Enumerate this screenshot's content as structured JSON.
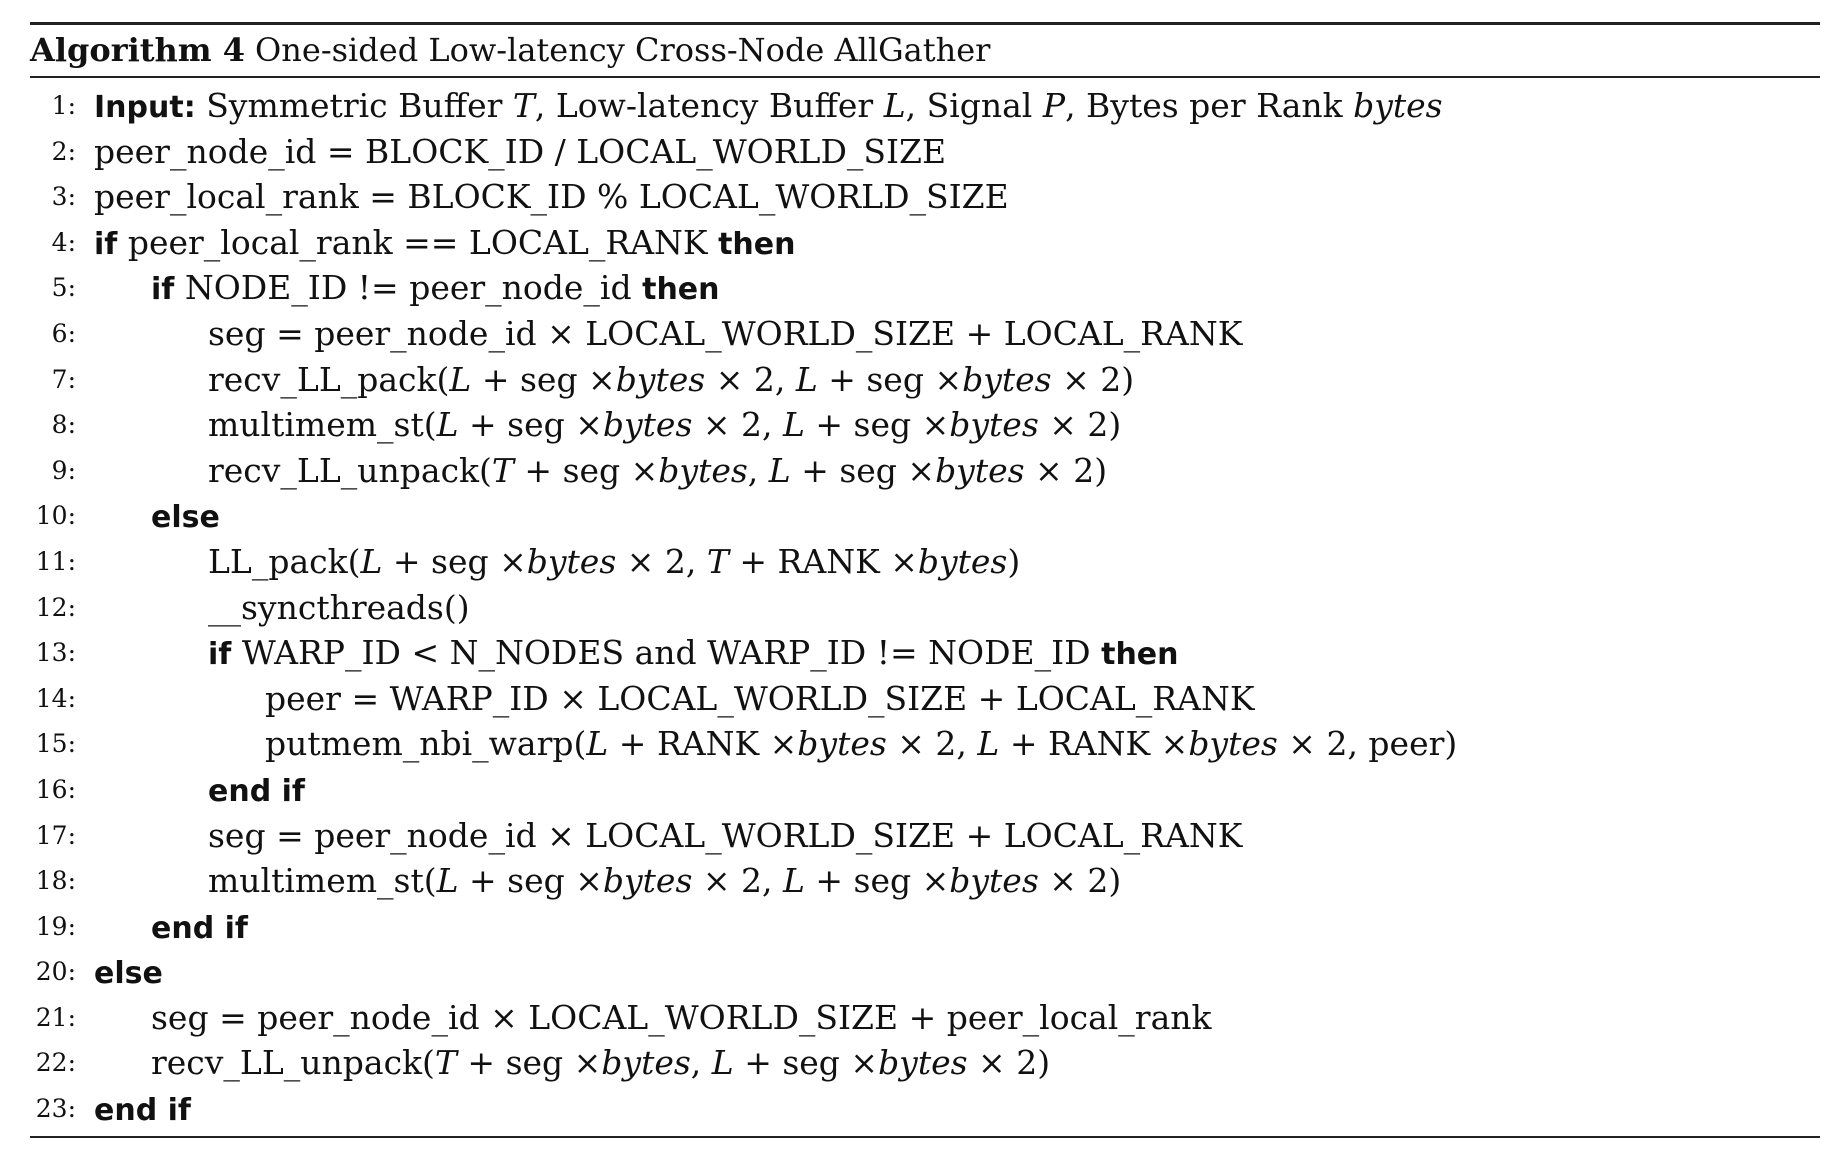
{
  "algorithm": {
    "label": "Algorithm 4",
    "title": "One-sided Low-latency Cross-Node AllGather"
  },
  "lines": [
    {
      "num": "1",
      "indent": 0,
      "parts": [
        [
          "kw",
          "Input:"
        ],
        [
          "t",
          " Symmetric Buffer "
        ],
        [
          "i",
          "T"
        ],
        [
          "t",
          ", Low-latency Buffer "
        ],
        [
          "i",
          "L"
        ],
        [
          "t",
          ", Signal "
        ],
        [
          "i",
          "P"
        ],
        [
          "t",
          ", Bytes per Rank "
        ],
        [
          "i",
          "bytes"
        ]
      ]
    },
    {
      "num": "2",
      "indent": 0,
      "parts": [
        [
          "t",
          "peer_node_id = BLOCK_ID / LOCAL_WORLD_SIZE"
        ]
      ]
    },
    {
      "num": "3",
      "indent": 0,
      "parts": [
        [
          "t",
          "peer_local_rank = BLOCK_ID % LOCAL_WORLD_SIZE"
        ]
      ]
    },
    {
      "num": "4",
      "indent": 0,
      "parts": [
        [
          "kw",
          "if"
        ],
        [
          "t",
          " peer_local_rank == LOCAL_RANK "
        ],
        [
          "kw",
          "then"
        ]
      ]
    },
    {
      "num": "5",
      "indent": 1,
      "parts": [
        [
          "kw",
          "if"
        ],
        [
          "t",
          " NODE_ID != peer_node_id "
        ],
        [
          "kw",
          "then"
        ]
      ]
    },
    {
      "num": "6",
      "indent": 2,
      "parts": [
        [
          "t",
          "seg = peer_node_id × LOCAL_WORLD_SIZE + LOCAL_RANK"
        ]
      ]
    },
    {
      "num": "7",
      "indent": 2,
      "parts": [
        [
          "t",
          "recv_LL_pack("
        ],
        [
          "i",
          "L"
        ],
        [
          "t",
          " + seg ×"
        ],
        [
          "i",
          "bytes"
        ],
        [
          "t",
          " × 2, "
        ],
        [
          "i",
          "L"
        ],
        [
          "t",
          " + seg ×"
        ],
        [
          "i",
          "bytes"
        ],
        [
          "t",
          " × 2)"
        ]
      ]
    },
    {
      "num": "8",
      "indent": 2,
      "parts": [
        [
          "t",
          "multimem_st("
        ],
        [
          "i",
          "L"
        ],
        [
          "t",
          " + seg ×"
        ],
        [
          "i",
          "bytes"
        ],
        [
          "t",
          " × 2, "
        ],
        [
          "i",
          "L"
        ],
        [
          "t",
          " + seg ×"
        ],
        [
          "i",
          "bytes"
        ],
        [
          "t",
          " × 2)"
        ]
      ]
    },
    {
      "num": "9",
      "indent": 2,
      "parts": [
        [
          "t",
          "recv_LL_unpack("
        ],
        [
          "i",
          "T"
        ],
        [
          "t",
          " + seg ×"
        ],
        [
          "i",
          "bytes"
        ],
        [
          "t",
          ", "
        ],
        [
          "i",
          "L"
        ],
        [
          "t",
          " + seg ×"
        ],
        [
          "i",
          "bytes"
        ],
        [
          "t",
          " × 2)"
        ]
      ]
    },
    {
      "num": "10",
      "indent": 1,
      "parts": [
        [
          "kw",
          "else"
        ]
      ]
    },
    {
      "num": "11",
      "indent": 2,
      "parts": [
        [
          "t",
          "LL_pack("
        ],
        [
          "i",
          "L"
        ],
        [
          "t",
          " + seg ×"
        ],
        [
          "i",
          "bytes"
        ],
        [
          "t",
          " × 2, "
        ],
        [
          "i",
          "T"
        ],
        [
          "t",
          " + RANK ×"
        ],
        [
          "i",
          "bytes"
        ],
        [
          "t",
          ")"
        ]
      ]
    },
    {
      "num": "12",
      "indent": 2,
      "parts": [
        [
          "t",
          "__syncthreads()"
        ]
      ]
    },
    {
      "num": "13",
      "indent": 2,
      "parts": [
        [
          "kw",
          "if"
        ],
        [
          "t",
          " WARP_ID < N_NODES and WARP_ID != NODE_ID "
        ],
        [
          "kw",
          "then"
        ]
      ]
    },
    {
      "num": "14",
      "indent": 3,
      "parts": [
        [
          "t",
          "peer = WARP_ID × LOCAL_WORLD_SIZE + LOCAL_RANK"
        ]
      ]
    },
    {
      "num": "15",
      "indent": 3,
      "parts": [
        [
          "t",
          "putmem_nbi_warp("
        ],
        [
          "i",
          "L"
        ],
        [
          "t",
          " + RANK ×"
        ],
        [
          "i",
          "bytes"
        ],
        [
          "t",
          " × 2, "
        ],
        [
          "i",
          "L"
        ],
        [
          "t",
          " + RANK ×"
        ],
        [
          "i",
          "bytes"
        ],
        [
          "t",
          " × 2, peer)"
        ]
      ]
    },
    {
      "num": "16",
      "indent": 2,
      "parts": [
        [
          "kw",
          "end if"
        ]
      ]
    },
    {
      "num": "17",
      "indent": 2,
      "parts": [
        [
          "t",
          "seg = peer_node_id × LOCAL_WORLD_SIZE + LOCAL_RANK"
        ]
      ]
    },
    {
      "num": "18",
      "indent": 2,
      "parts": [
        [
          "t",
          "multimem_st("
        ],
        [
          "i",
          "L"
        ],
        [
          "t",
          " + seg ×"
        ],
        [
          "i",
          "bytes"
        ],
        [
          "t",
          " × 2, "
        ],
        [
          "i",
          "L"
        ],
        [
          "t",
          " + seg ×"
        ],
        [
          "i",
          "bytes"
        ],
        [
          "t",
          " × 2)"
        ]
      ]
    },
    {
      "num": "19",
      "indent": 1,
      "parts": [
        [
          "kw",
          "end if"
        ]
      ]
    },
    {
      "num": "20",
      "indent": 0,
      "parts": [
        [
          "kw",
          "else"
        ]
      ]
    },
    {
      "num": "21",
      "indent": 1,
      "parts": [
        [
          "t",
          "seg = peer_node_id × LOCAL_WORLD_SIZE + peer_local_rank"
        ]
      ]
    },
    {
      "num": "22",
      "indent": 1,
      "parts": [
        [
          "t",
          "recv_LL_unpack("
        ],
        [
          "i",
          "T"
        ],
        [
          "t",
          " + seg ×"
        ],
        [
          "i",
          "bytes"
        ],
        [
          "t",
          ", "
        ],
        [
          "i",
          "L"
        ],
        [
          "t",
          " + seg ×"
        ],
        [
          "i",
          "bytes"
        ],
        [
          "t",
          " × 2)"
        ]
      ]
    },
    {
      "num": "23",
      "indent": 0,
      "parts": [
        [
          "kw",
          "end if"
        ]
      ]
    }
  ]
}
